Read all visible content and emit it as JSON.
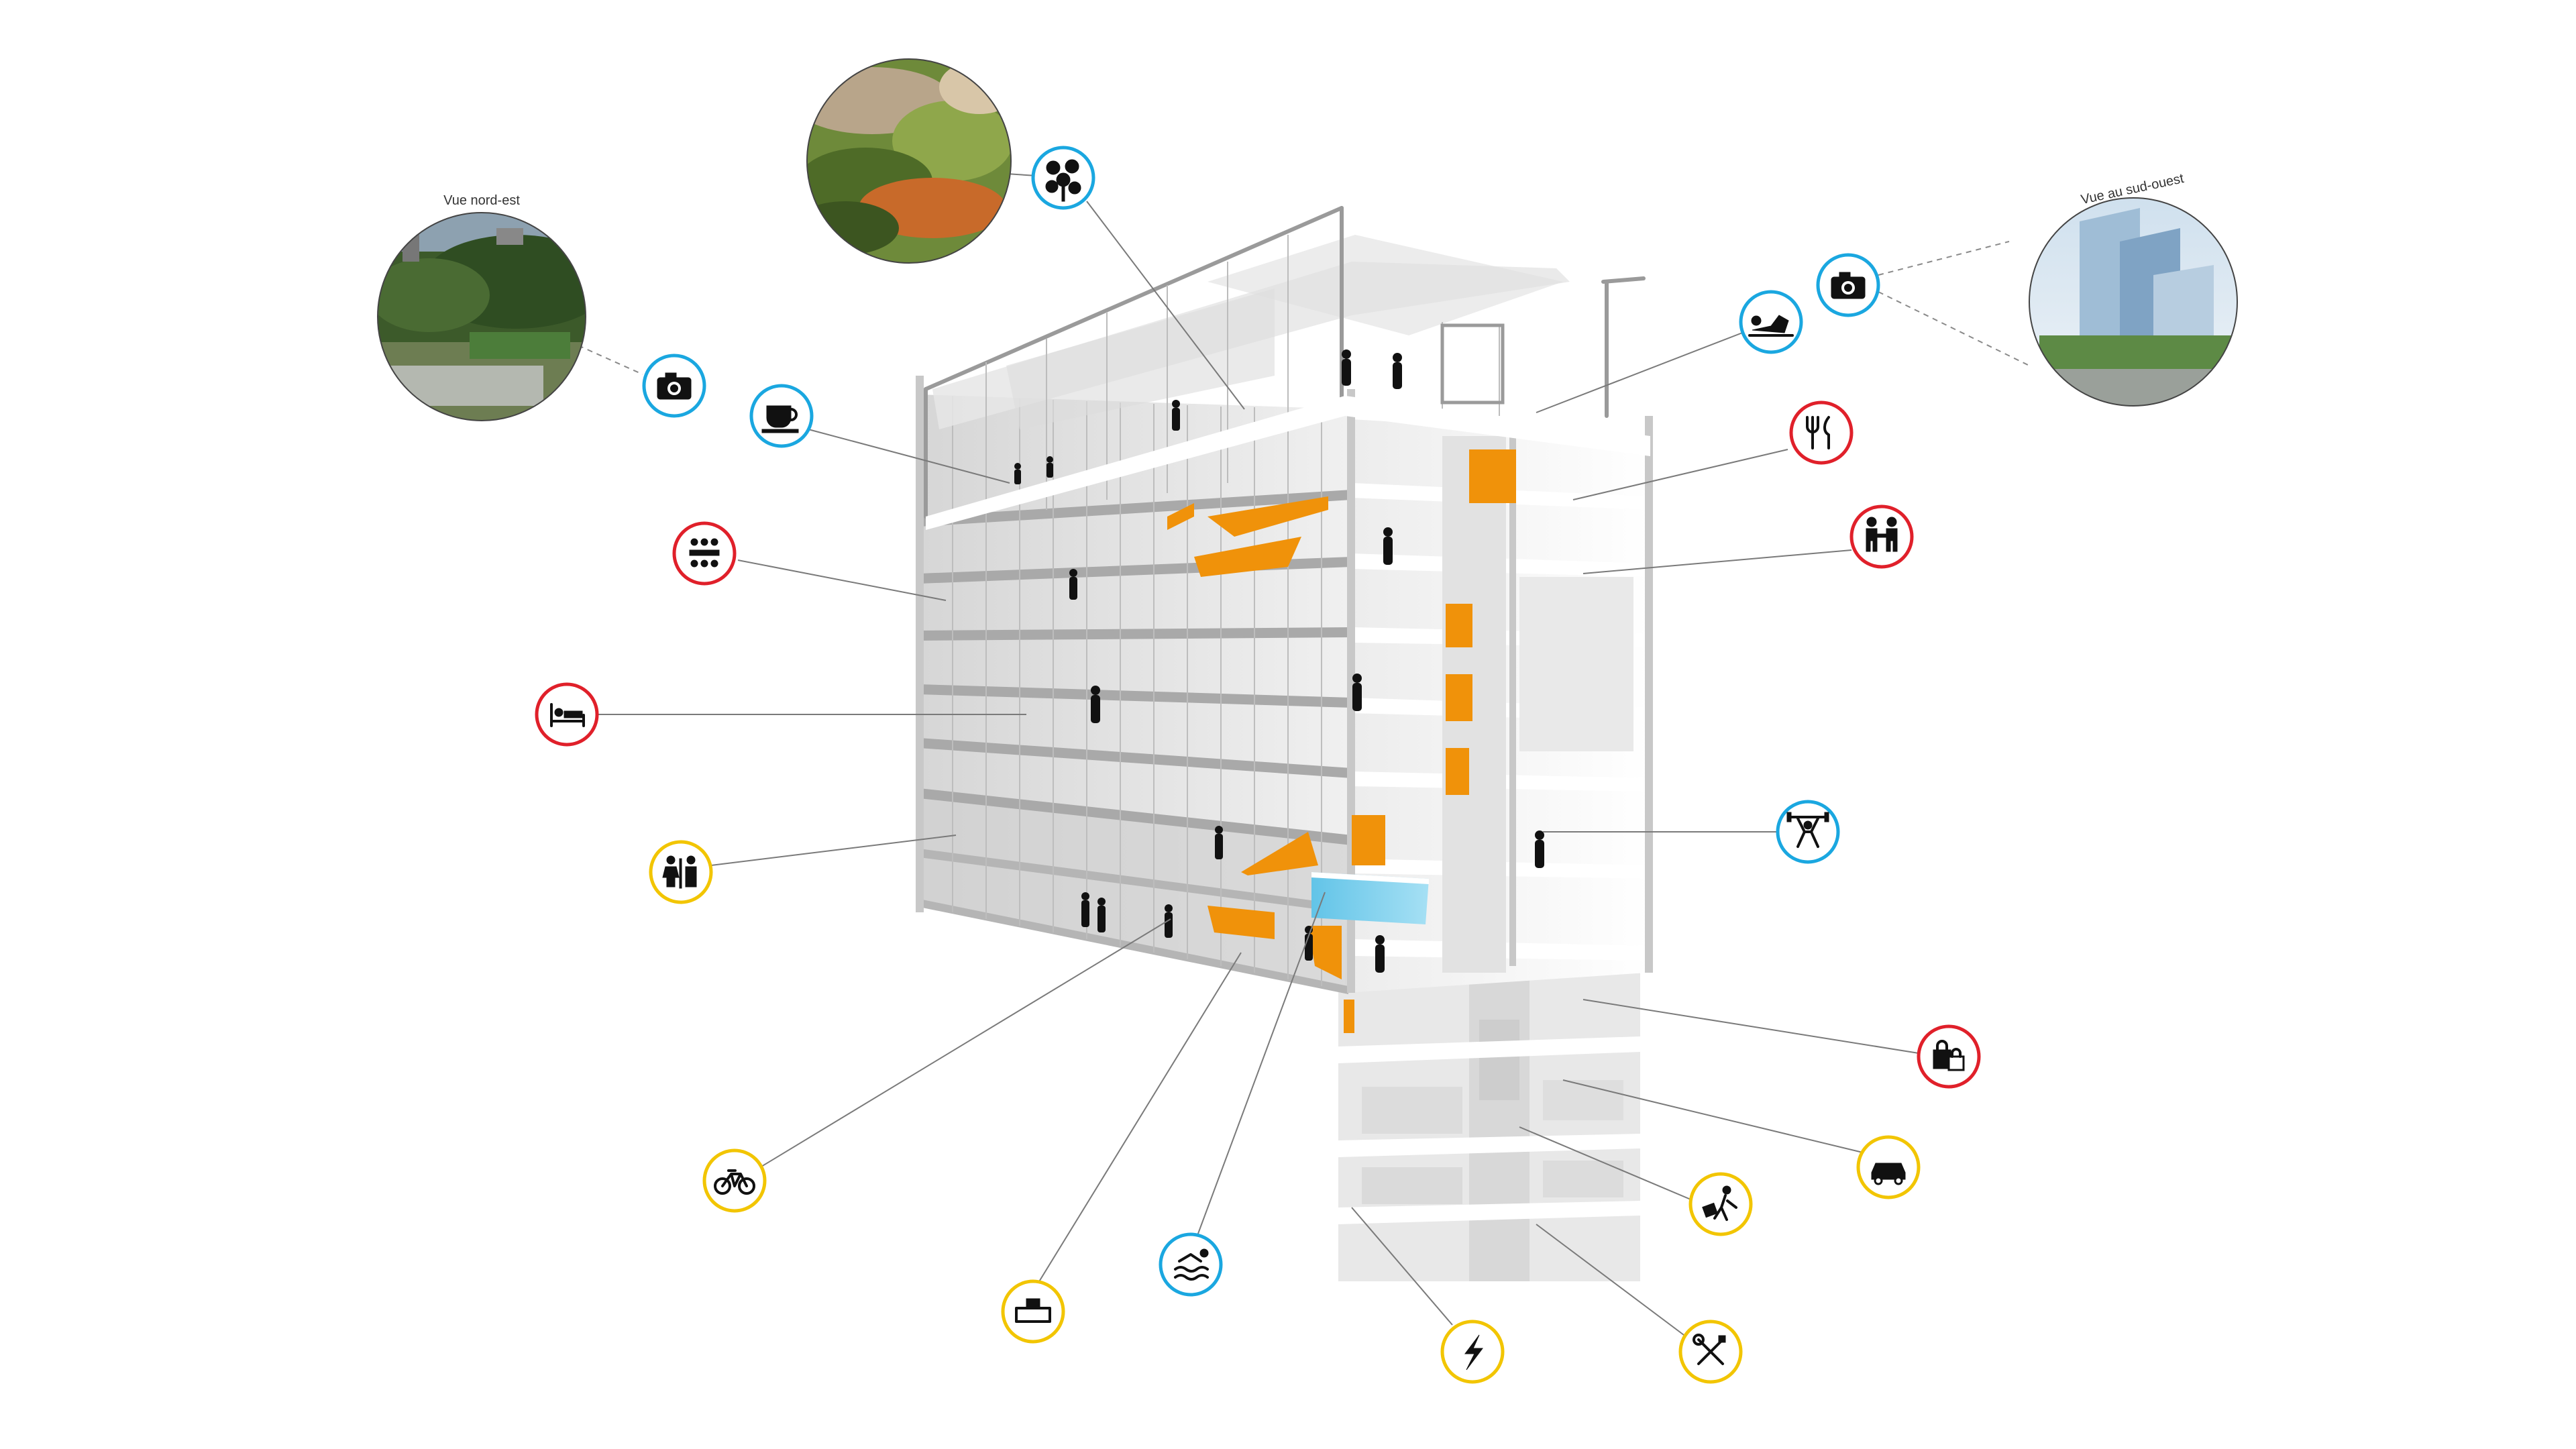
{
  "colors": {
    "background": "#ffffff",
    "amenity_blue": "#1aa7e0",
    "amenity_red": "#e0202a",
    "amenity_yellow": "#f2c500",
    "accent_orange": "#f0920a",
    "structure_grey": "#dcdcdc",
    "leader_grey": "#7a7a7a"
  },
  "photos": {
    "north_east": {
      "label": "Vue nord-est",
      "image": "aerial-view-stadium-photo"
    },
    "roof_garden": {
      "label": "",
      "image": "roof-garden-planting-photo"
    },
    "south_west": {
      "label": "Vue au sud-ouest",
      "image": "glass-tower-rendering-photo"
    }
  },
  "amenities": [
    {
      "id": "camera-ne",
      "icon": "camera-icon",
      "color": "blue"
    },
    {
      "id": "cafe",
      "icon": "coffee-cup-icon",
      "color": "blue"
    },
    {
      "id": "roof-garden",
      "icon": "flowers-icon",
      "color": "blue"
    },
    {
      "id": "camera-sw",
      "icon": "camera-icon",
      "color": "blue"
    },
    {
      "id": "sunbathing",
      "icon": "lounging-person-icon",
      "color": "blue"
    },
    {
      "id": "restaurant",
      "icon": "fork-knife-icon",
      "color": "red"
    },
    {
      "id": "business",
      "icon": "handshake-icon",
      "color": "red"
    },
    {
      "id": "meeting",
      "icon": "conference-table-icon",
      "color": "red"
    },
    {
      "id": "hotel",
      "icon": "bed-icon",
      "color": "red"
    },
    {
      "id": "fitness",
      "icon": "weightlifter-icon",
      "color": "blue"
    },
    {
      "id": "toilets",
      "icon": "restroom-icon",
      "color": "yellow"
    },
    {
      "id": "bicycle",
      "icon": "bicycle-icon",
      "color": "yellow"
    },
    {
      "id": "reception",
      "icon": "reception-desk-icon",
      "color": "yellow"
    },
    {
      "id": "pool",
      "icon": "swimmer-icon",
      "color": "blue"
    },
    {
      "id": "shopping",
      "icon": "shopping-bags-icon",
      "color": "red"
    },
    {
      "id": "parking",
      "icon": "car-icon",
      "color": "yellow"
    },
    {
      "id": "luggage",
      "icon": "porter-luggage-icon",
      "color": "yellow"
    },
    {
      "id": "energy",
      "icon": "lightning-icon",
      "color": "yellow"
    },
    {
      "id": "maintenance",
      "icon": "wrench-screwdriver-icon",
      "color": "yellow"
    }
  ]
}
